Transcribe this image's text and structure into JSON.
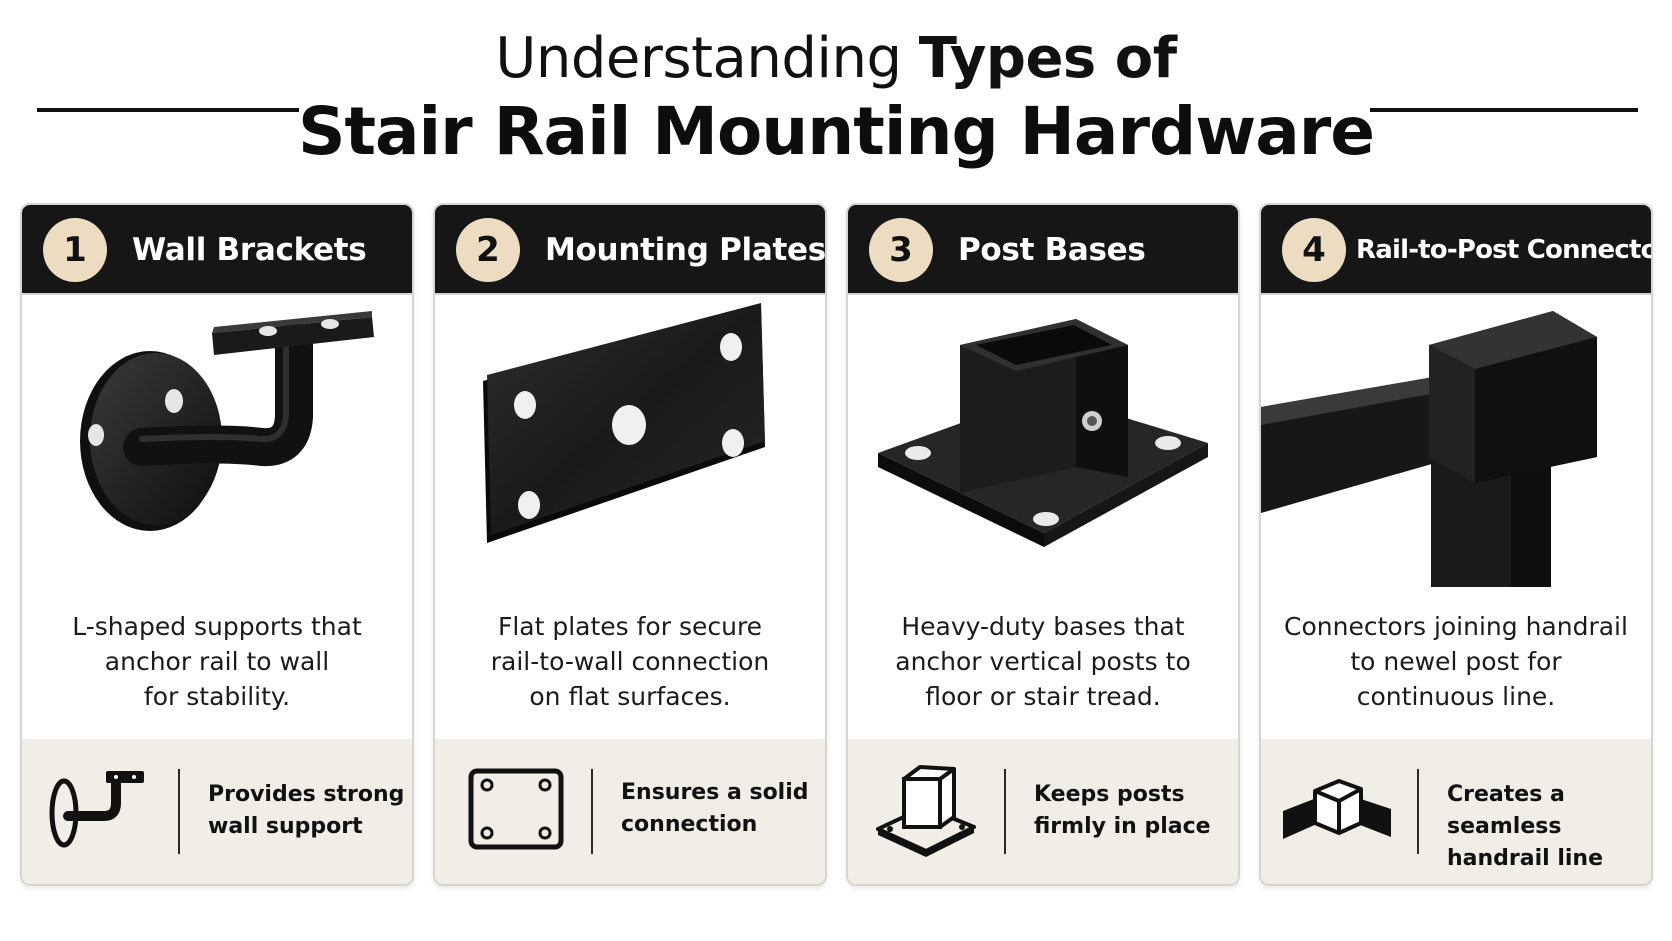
{
  "header": {
    "title_part1": "Understanding ",
    "title_part2": "Types of",
    "title_line2": "Stair Rail Mounting Hardware"
  },
  "cards": [
    {
      "number": "1",
      "title": "Wall Brackets",
      "description": [
        "L-shaped supports that",
        "anchor rail to wall",
        "for stability."
      ],
      "benefit": [
        "Provides strong",
        "wall support"
      ],
      "image_icon": "wall-bracket-icon",
      "footer_icon": "wall-bracket-outline-icon"
    },
    {
      "number": "2",
      "title": "Mounting Plates",
      "description": [
        "Flat plates for secure",
        "rail-to-wall connection",
        "on flat surfaces."
      ],
      "benefit": [
        "Ensures a solid",
        "connection"
      ],
      "image_icon": "mounting-plate-icon",
      "footer_icon": "mounting-plate-outline-icon"
    },
    {
      "number": "3",
      "title": "Post Bases",
      "description": [
        "Heavy-duty bases that",
        "anchor vertical posts to",
        "floor or stair tread."
      ],
      "benefit": [
        "Keeps posts",
        "firmly in place"
      ],
      "image_icon": "post-base-icon",
      "footer_icon": "post-base-outline-icon"
    },
    {
      "number": "4",
      "title": "Rail-to-Post Connectors",
      "description": [
        "Connectors joining handrail",
        "to newel post for",
        "continuous line."
      ],
      "benefit": [
        "Creates a seamless",
        "handrail line"
      ],
      "image_icon": "rail-post-connector-icon",
      "footer_icon": "rail-post-connector-outline-icon"
    }
  ],
  "colors": {
    "header_bar": "#161616",
    "badge": "#ecdcc2",
    "footer_bg": "#f1eee8",
    "card_border": "#d7d5d0",
    "hardware": "#1c1c1c"
  }
}
